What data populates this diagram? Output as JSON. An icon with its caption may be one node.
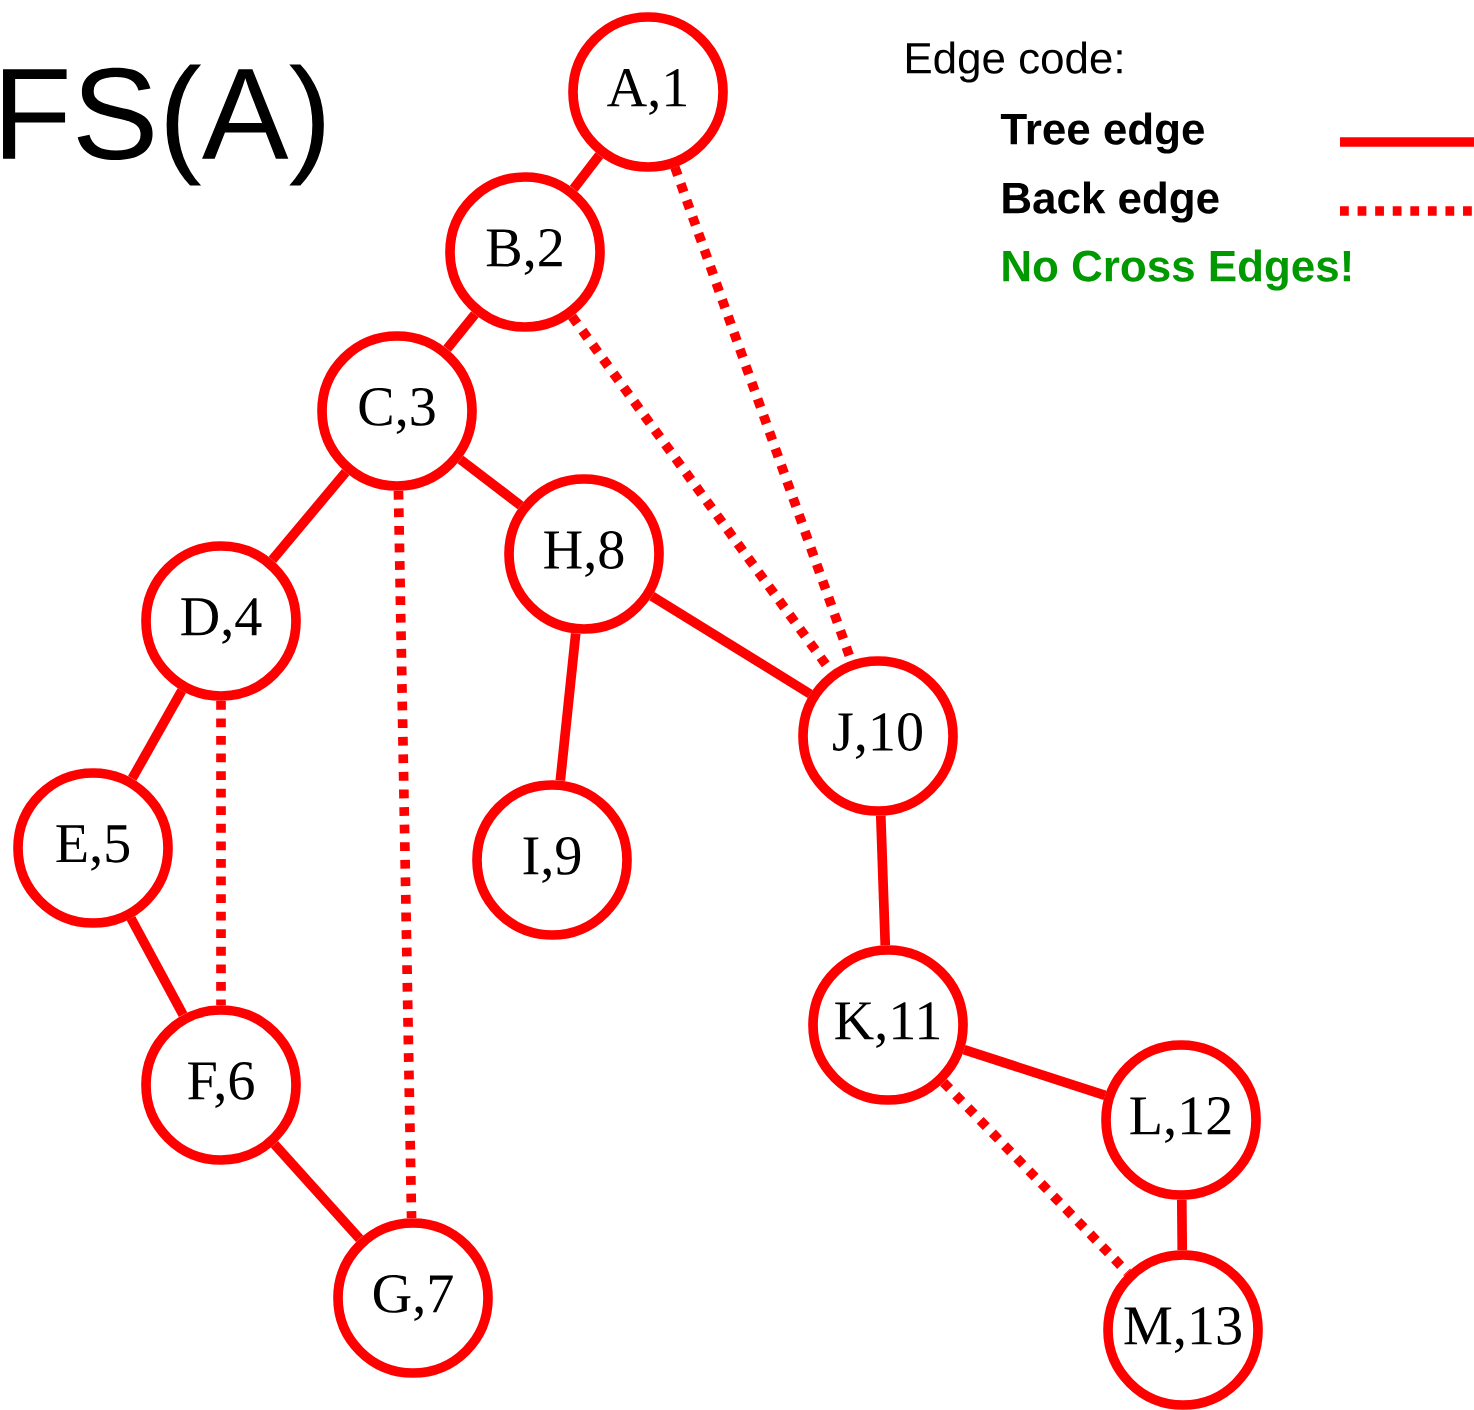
{
  "diagram": {
    "title": "FS(A)",
    "nodes": [
      {
        "text": [
          "A,1"
        ]
      },
      {
        "text": [
          "B,2"
        ]
      },
      {
        "text": [
          "C,3"
        ]
      },
      {
        "text": [
          "D,4"
        ]
      },
      {
        "text": [
          "E,5"
        ]
      },
      {
        "text": [
          "F,6"
        ]
      },
      {
        "text": [
          "G,7"
        ]
      },
      {
        "text": [
          "H,8"
        ]
      },
      {
        "text": [
          "I,9"
        ]
      },
      {
        "text": [
          "J,10"
        ]
      },
      {
        "text": [
          "K,11"
        ]
      },
      {
        "text": [
          "L,12"
        ]
      },
      {
        "text": [
          "M,13"
        ]
      }
    ],
    "edges": [
      {
        "from": 0,
        "to": 1,
        "arrow": "none"
      },
      {
        "from": 1,
        "to": 2,
        "arrow": "none"
      },
      {
        "from": 2,
        "to": 3,
        "arrow": "none"
      },
      {
        "from": 3,
        "to": 4,
        "arrow": "none"
      },
      {
        "from": 4,
        "to": 5,
        "arrow": "none"
      },
      {
        "from": 5,
        "to": 6,
        "arrow": "none"
      },
      {
        "from": 2,
        "to": 7,
        "arrow": "none"
      },
      {
        "from": 7,
        "to": 8,
        "arrow": "none"
      },
      {
        "from": 7,
        "to": 9,
        "arrow": "none"
      },
      {
        "from": 9,
        "to": 10,
        "arrow": "none"
      },
      {
        "from": 10,
        "to": 11,
        "arrow": "none"
      },
      {
        "from": 11,
        "to": 12,
        "arrow": "none"
      },
      {
        "from": 0,
        "to": 9,
        "arrow": "none",
        "style": "dashed"
      },
      {
        "from": 1,
        "to": 9,
        "arrow": "none",
        "style": "dashed"
      },
      {
        "from": 2,
        "to": 6,
        "arrow": "none",
        "style": "dashed"
      },
      {
        "from": 3,
        "to": 5,
        "arrow": "none",
        "style": "dashed"
      },
      {
        "from": 10,
        "to": 12,
        "arrow": "none",
        "style": "dashed"
      }
    ],
    "labels": [
      "Edge code:",
      "No Cross Edges!"
    ],
    "legend": [
      {
        "text": "Tree edge"
      },
      {
        "text": "Back edge"
      }
    ]
  }
}
